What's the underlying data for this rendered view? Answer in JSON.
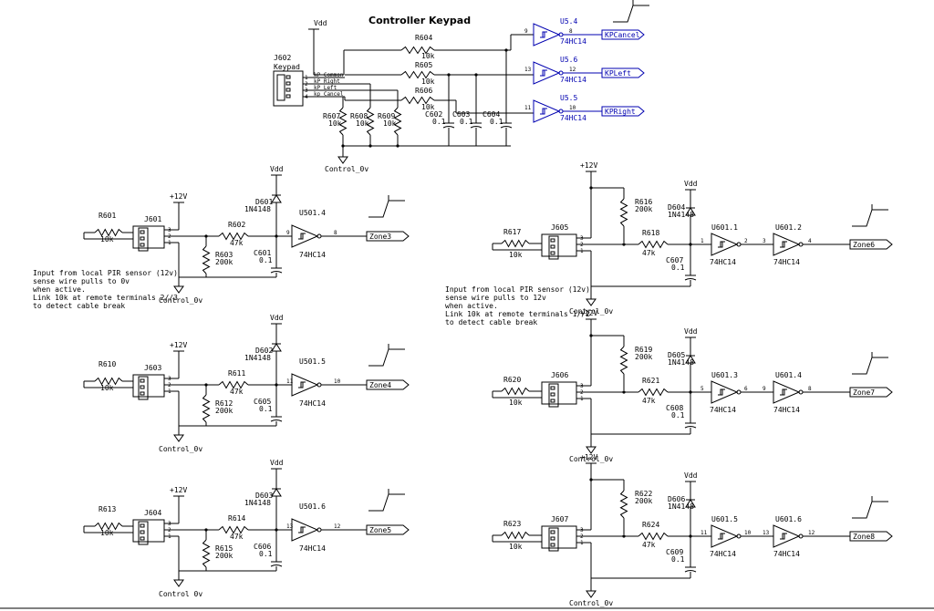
{
  "keypad": {
    "title": "Controller Keypad",
    "vdd": "Vdd",
    "connector_ref": "J602",
    "connector_name": "Keypad",
    "pins": [
      "1",
      "2",
      "3",
      "4"
    ],
    "wire_labels": [
      "kP_Common",
      "kP_Right",
      "kP_Left",
      "kp_Cancel"
    ],
    "resistors": [
      {
        "ref": "R604",
        "val": "10k"
      },
      {
        "ref": "R605",
        "val": "10k"
      },
      {
        "ref": "R606",
        "val": "10k"
      },
      {
        "ref": "R607",
        "val": "10k"
      },
      {
        "ref": "R608",
        "val": "10k"
      },
      {
        "ref": "R609",
        "val": "10k"
      }
    ],
    "caps": [
      {
        "ref": "C602",
        "val": "0.1"
      },
      {
        "ref": "C603",
        "val": "0.1"
      },
      {
        "ref": "C604",
        "val": "0.1"
      }
    ],
    "gates": [
      {
        "ref": "U5.4",
        "part": "74HC14",
        "pin_in": "9",
        "pin_out": "8",
        "net": "KPCancel"
      },
      {
        "ref": "U5.6",
        "part": "74HC14",
        "pin_in": "13",
        "pin_out": "12",
        "net": "KPLeft"
      },
      {
        "ref": "U5.5",
        "part": "74HC14",
        "pin_in": "11",
        "pin_out": "10",
        "net": "KPRight"
      }
    ],
    "ground": "Control_0v"
  },
  "notes": {
    "left": [
      "Input from local PIR sensor (12v)",
      "sense wire pulls to 0v",
      "when active.",
      "Link 10k at remote terminals 2//3",
      "to detect cable break"
    ],
    "right": [
      "Input from local PIR sensor (12v)",
      "sense wire pulls to 12v",
      "when active.",
      "Link 10k at remote terminals 1//2",
      "to detect cable break"
    ]
  },
  "left_zones": [
    {
      "rlink": "R601",
      "rlink_val": "10k",
      "conn": "J601",
      "rser": "R602",
      "rser_val": "47k",
      "rpd": "R603",
      "rpd_val": "200k",
      "cap": "C601",
      "cap_val": "0.1",
      "diode": "D601",
      "diode_part": "1N4148",
      "gate": "U501.4",
      "gate_part": "74HC14",
      "pin_in": "9",
      "pin_out": "8",
      "net": "Zone3",
      "supply": "+12V",
      "vdd": "Vdd",
      "gnd": "Control_0v"
    },
    {
      "rlink": "R610",
      "rlink_val": "10k",
      "conn": "J603",
      "rser": "R611",
      "rser_val": "47k",
      "rpd": "R612",
      "rpd_val": "200k",
      "cap": "C605",
      "cap_val": "0.1",
      "diode": "D602",
      "diode_part": "1N4148",
      "gate": "U501.5",
      "gate_part": "74HC14",
      "pin_in": "11",
      "pin_out": "10",
      "net": "Zone4",
      "supply": "+12V",
      "vdd": "Vdd",
      "gnd": "Control_0v"
    },
    {
      "rlink": "R613",
      "rlink_val": "10k",
      "conn": "J604",
      "rser": "R614",
      "rser_val": "47k",
      "rpd": "R615",
      "rpd_val": "200k",
      "cap": "C606",
      "cap_val": "0.1",
      "diode": "D603",
      "diode_part": "1N4148",
      "gate": "U501.6",
      "gate_part": "74HC14",
      "pin_in": "13",
      "pin_out": "12",
      "net": "Zone5",
      "supply": "+12V",
      "vdd": "Vdd",
      "gnd": "Control 0v"
    }
  ],
  "right_zones": [
    {
      "rlink": "R617",
      "rlink_val": "10k",
      "conn": "J605",
      "rpu": "R616",
      "rpu_val": "200k",
      "rser": "R618",
      "rser_val": "47k",
      "cap": "C607",
      "cap_val": "0.1",
      "diode": "D604",
      "diode_part": "1N4148",
      "gate1": "U601.1",
      "gate2": "U601.2",
      "gate_part": "74HC14",
      "pins": [
        "1",
        "2",
        "3",
        "4"
      ],
      "net": "Zone6",
      "supply": "+12V",
      "vdd": "Vdd",
      "gnd": "Control_0v"
    },
    {
      "rlink": "R620",
      "rlink_val": "10k",
      "conn": "J606",
      "rpu": "R619",
      "rpu_val": "200k",
      "rser": "R621",
      "rser_val": "47k",
      "cap": "C608",
      "cap_val": "0.1",
      "diode": "D605",
      "diode_part": "1N4148",
      "gate1": "U601.3",
      "gate2": "U601.4",
      "gate_part": "74HC14",
      "pins": [
        "5",
        "6",
        "9",
        "8"
      ],
      "net": "Zone7",
      "supply": "+12V",
      "vdd": "Vdd",
      "gnd": "Control_0v"
    },
    {
      "rlink": "R623",
      "rlink_val": "10k",
      "conn": "J607",
      "rpu": "R622",
      "rpu_val": "200k",
      "rser": "R624",
      "rser_val": "47k",
      "cap": "C609",
      "cap_val": "0.1",
      "diode": "D606",
      "diode_part": "1N4148",
      "gate1": "U601.5",
      "gate2": "U601.6",
      "gate_part": "74HC14",
      "pins": [
        "11",
        "10",
        "13",
        "12"
      ],
      "net": "Zone8",
      "supply": "+12V",
      "vdd": "Vdd",
      "gnd": "Control_0v"
    }
  ]
}
